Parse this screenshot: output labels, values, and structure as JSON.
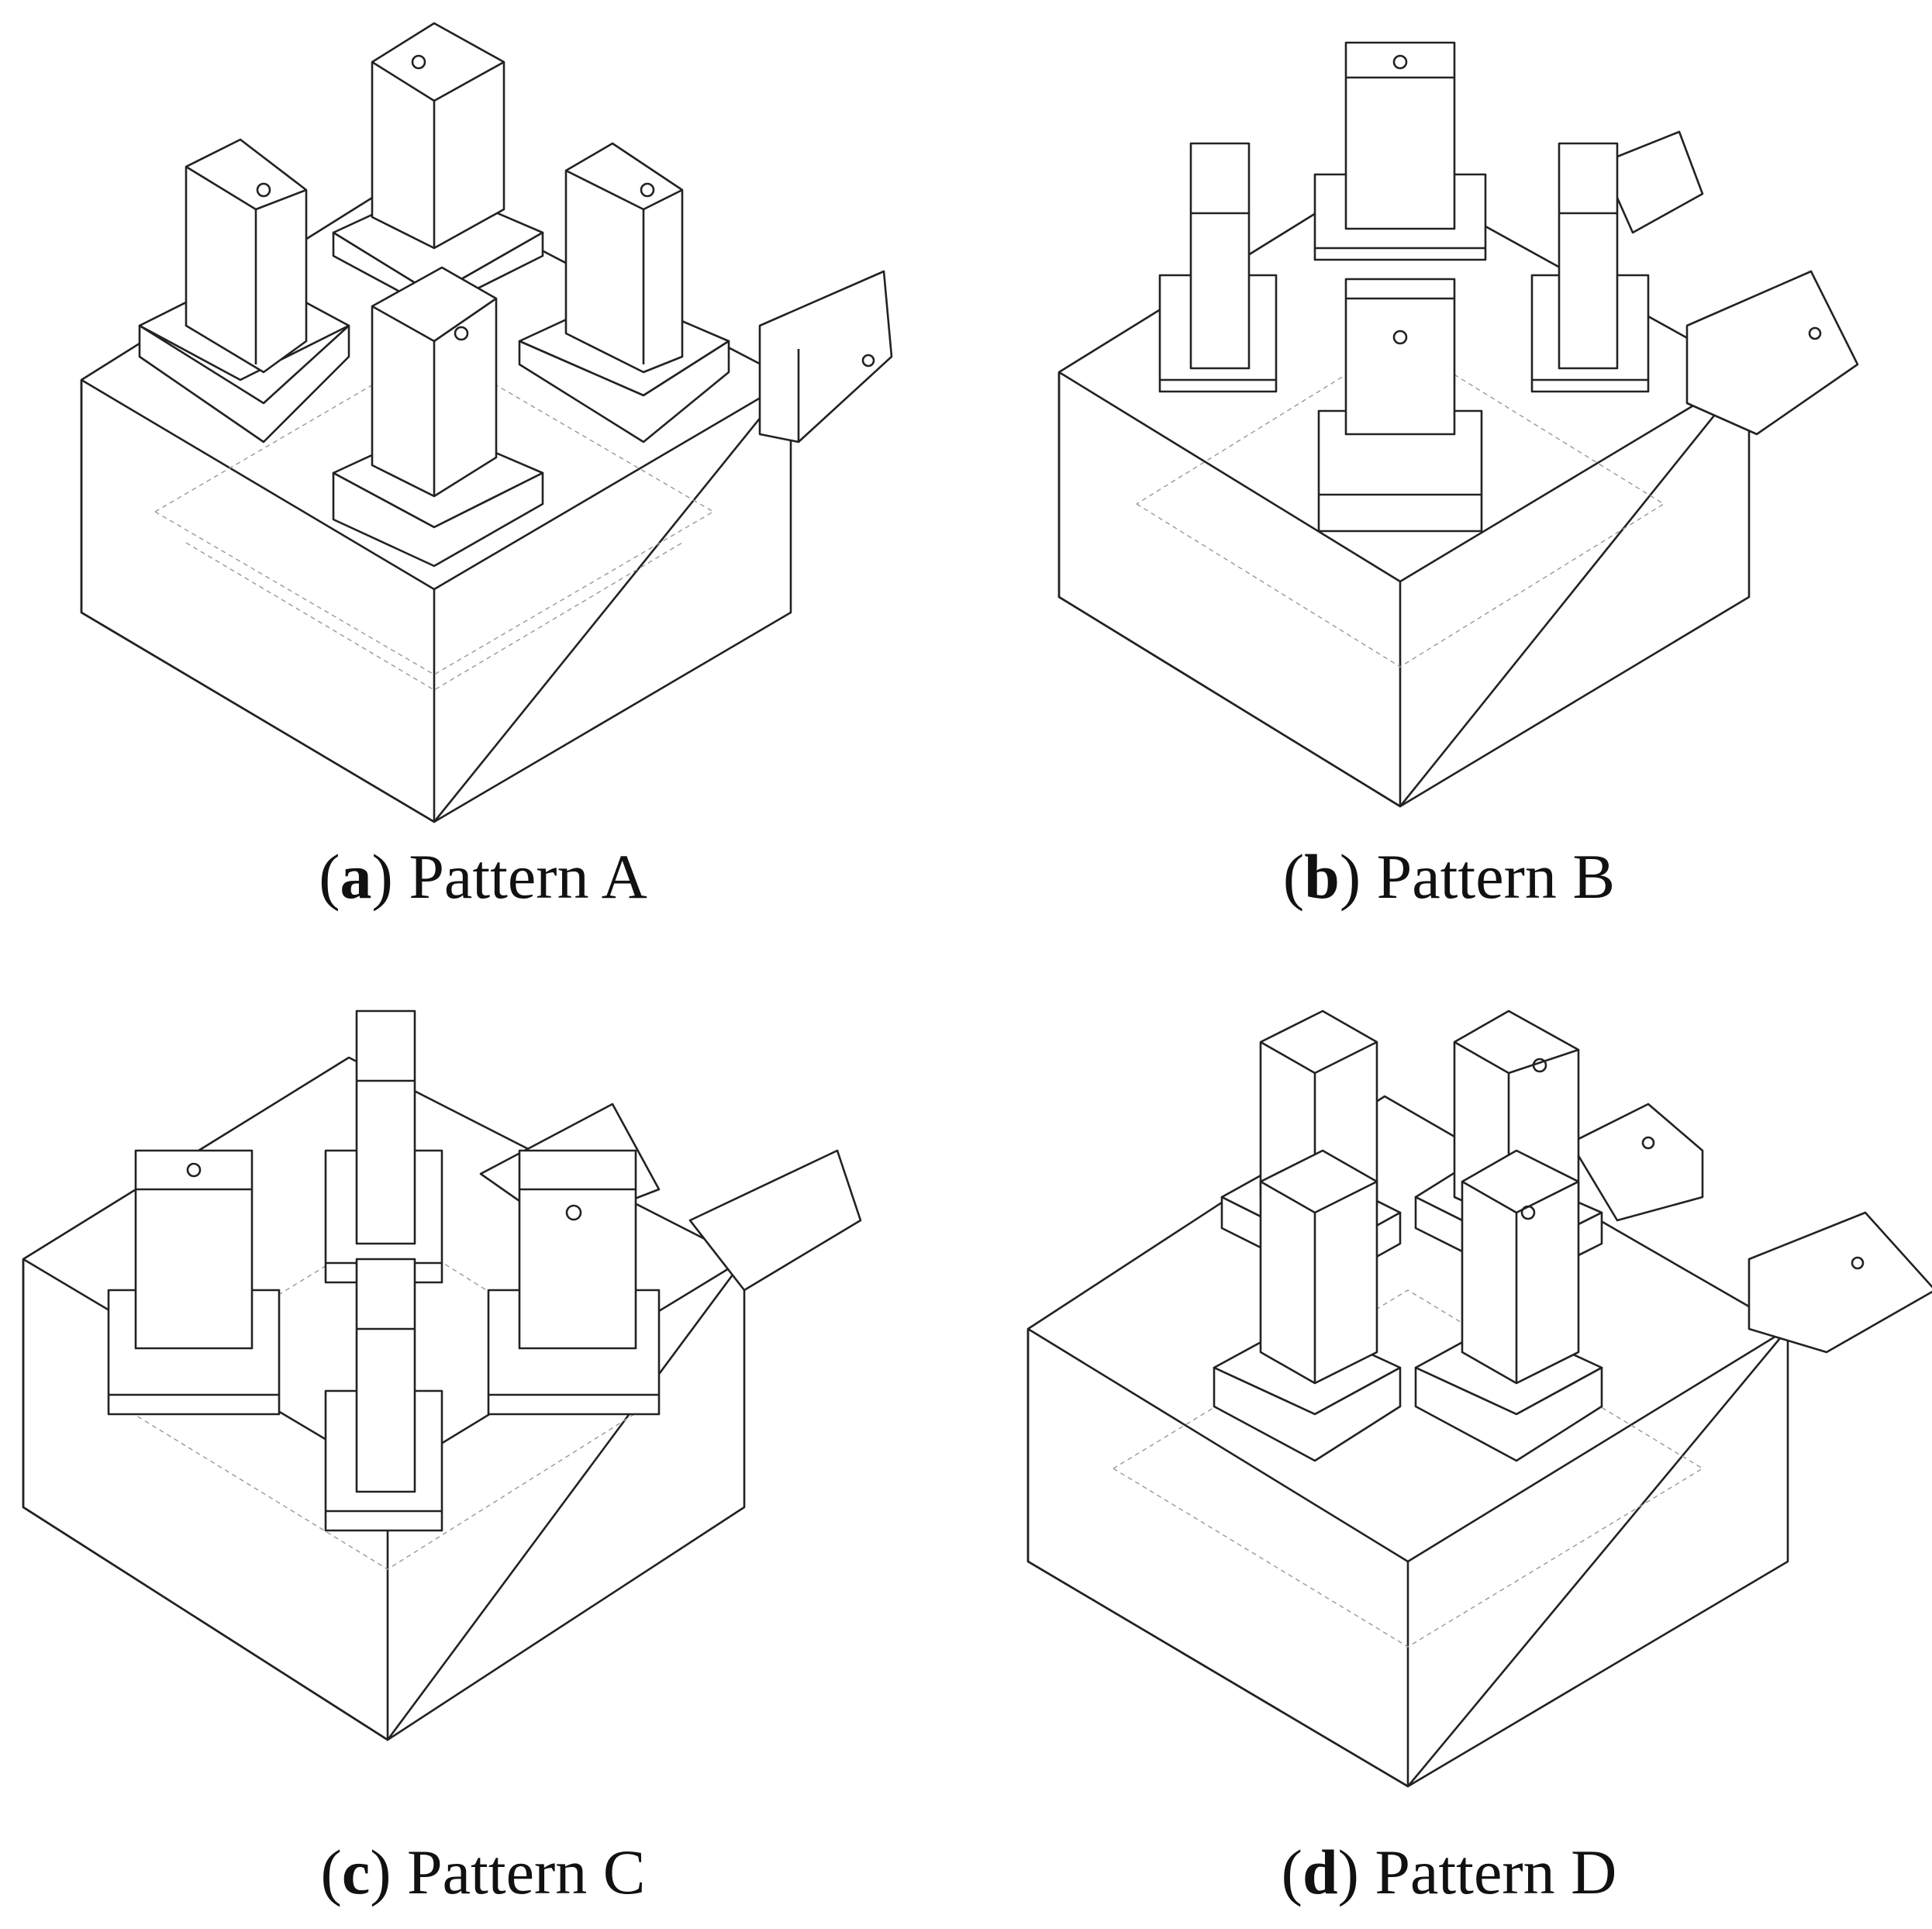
{
  "figure": {
    "panels": [
      {
        "letter": "a",
        "paren_open": "(",
        "paren_close": ")",
        "label": " Pattern A"
      },
      {
        "letter": "b",
        "paren_open": "(",
        "paren_close": ")",
        "label": " Pattern B"
      },
      {
        "letter": "c",
        "paren_open": "(",
        "paren_close": ")",
        "label": " Pattern C"
      },
      {
        "letter": "d",
        "paren_open": "(",
        "paren_close": ")",
        "label": " Pattern D"
      }
    ]
  }
}
